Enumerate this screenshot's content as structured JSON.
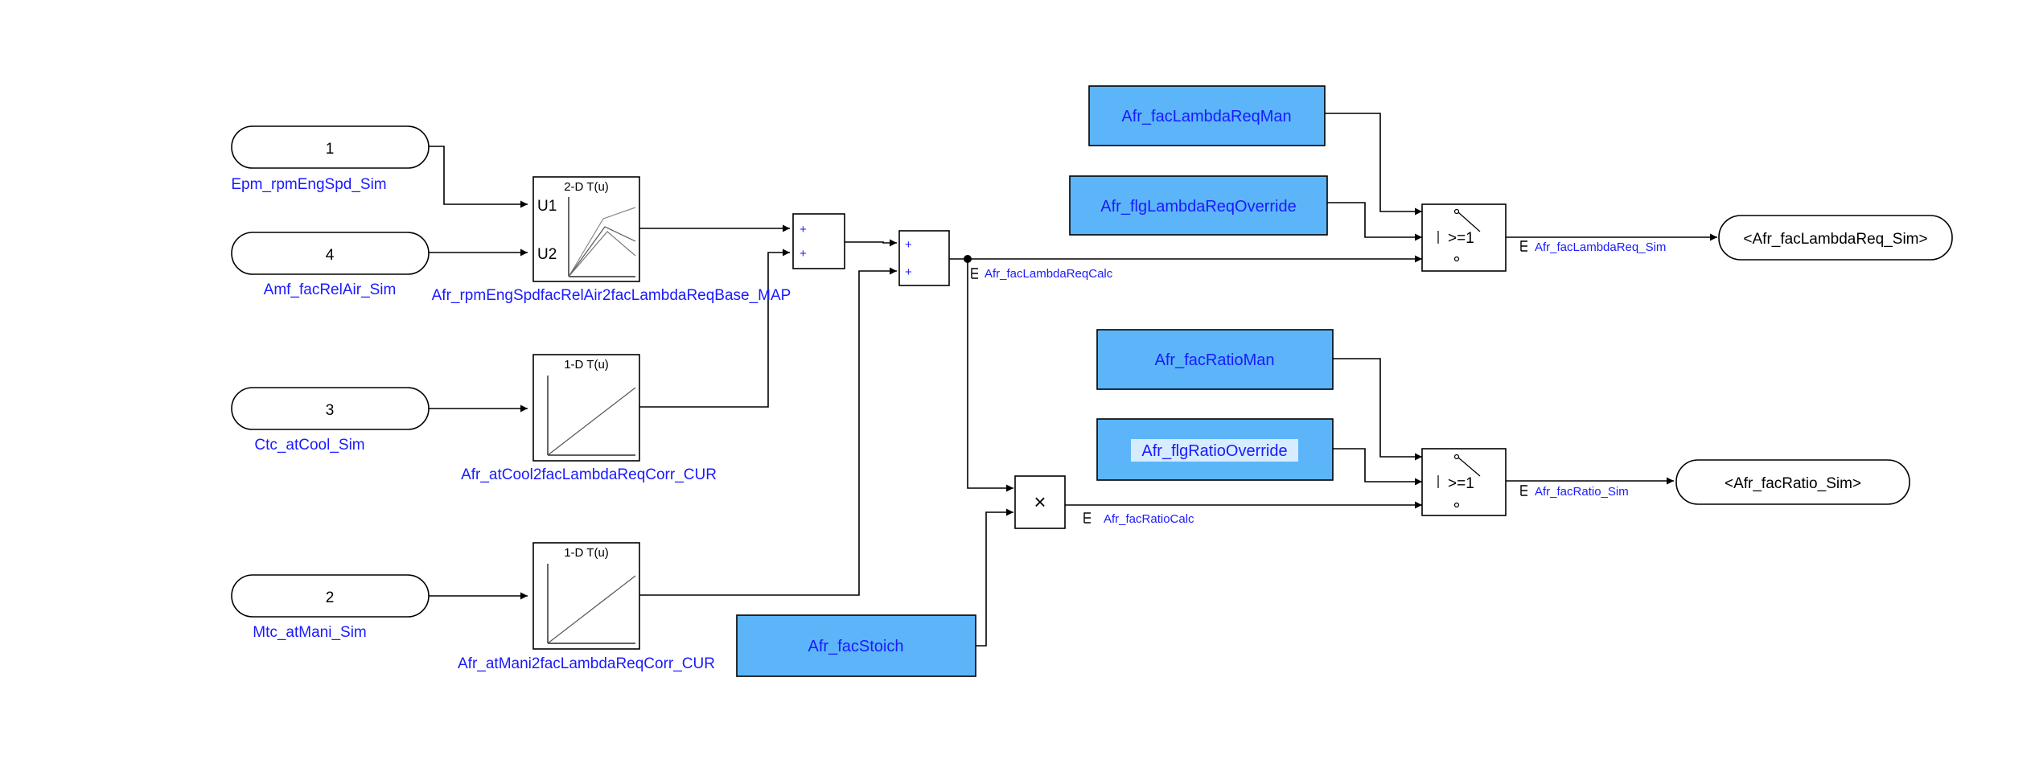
{
  "inports": [
    {
      "number": "1",
      "name": "Epm_rpmEngSpd_Sim"
    },
    {
      "number": "4",
      "name": "Amf_facRelAir_Sim"
    },
    {
      "number": "3",
      "name": "Ctc_atCool_Sim"
    },
    {
      "number": "2",
      "name": "Mtc_atMani_Sim"
    }
  ],
  "lookup_map": {
    "title": "2-D T(u)",
    "port1": "U1",
    "port2": "U2",
    "name": "Afr_rpmEngSpdfacRelAir2facLambdaReqBase_MAP"
  },
  "lookup_cool": {
    "title": "1-D T(u)",
    "name": "Afr_atCool2facLambdaReqCorr_CUR"
  },
  "lookup_mani": {
    "title": "1-D T(u)",
    "name": "Afr_atMani2facLambdaReqCorr_CUR"
  },
  "sum_sign": "+",
  "product_symbol": "×",
  "constants": {
    "lambda_man": "Afr_facLambdaReqMan",
    "lambda_override": "Afr_flgLambdaReqOverride",
    "ratio_man": "Afr_facRatioMan",
    "ratio_override": "Afr_flgRatioOverride",
    "stoich": "Afr_facStoich"
  },
  "switch_threshold": ">=1",
  "signals": {
    "lambda_calc": "Afr_facLambdaReqCalc",
    "ratio_calc": "Afr_facRatioCalc",
    "lambda_out": "Afr_facLambdaReq_Sim",
    "ratio_out": "Afr_facRatio_Sim"
  },
  "outports": {
    "lambda": "<Afr_facLambdaReq_Sim>",
    "ratio": "<Afr_facRatio_Sim>"
  },
  "colors": {
    "block_fill": "#5cb5f8",
    "label_text": "#1a1aff",
    "highlight": "#d7ecff"
  }
}
